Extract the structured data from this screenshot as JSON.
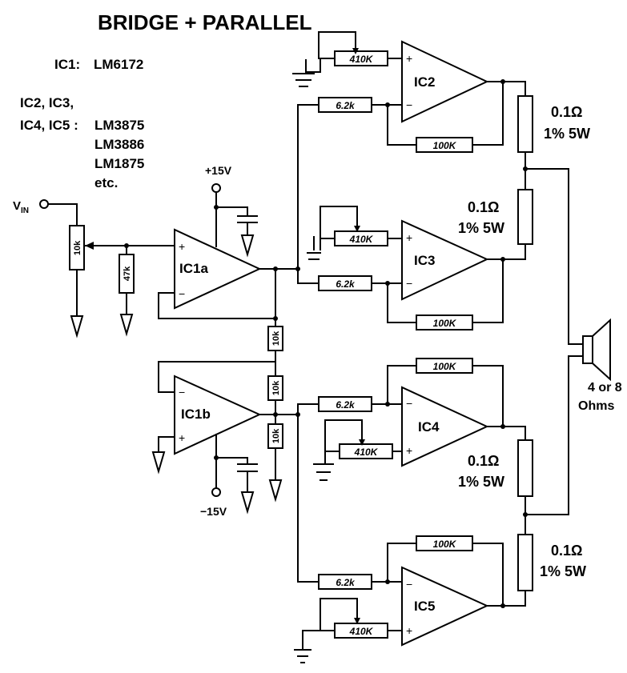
{
  "title": "BRIDGE + PARALLEL",
  "ic_list": {
    "ic1_label": "IC1:",
    "ic1_part": "LM6172",
    "ic2_label": "IC2, IC3,",
    "ic4_label": "IC4, IC5 :",
    "parts": [
      "LM3875",
      "LM3886",
      "LM1875",
      "etc."
    ]
  },
  "input": {
    "label": "V",
    "sub": "IN"
  },
  "supply": {
    "positive": "+15V",
    "negative": "−15V"
  },
  "opamps": {
    "ic1a": "IC1a",
    "ic1b": "IC1b",
    "ic2": "IC2",
    "ic3": "IC3",
    "ic4": "IC4",
    "ic5": "IC5"
  },
  "resistors": {
    "pot_10k": "10k",
    "r_47k": "47k",
    "r_10k": "10k",
    "r_62k": "6.2k",
    "r_100k": "100K",
    "r_410k": "410K"
  },
  "pins": {
    "plus": "+",
    "minus": "−"
  },
  "output_resistors": {
    "value": "0.1Ω",
    "rating": "1% 5W"
  },
  "speaker": {
    "line1": "4 or 8",
    "line2": "Ohms"
  }
}
